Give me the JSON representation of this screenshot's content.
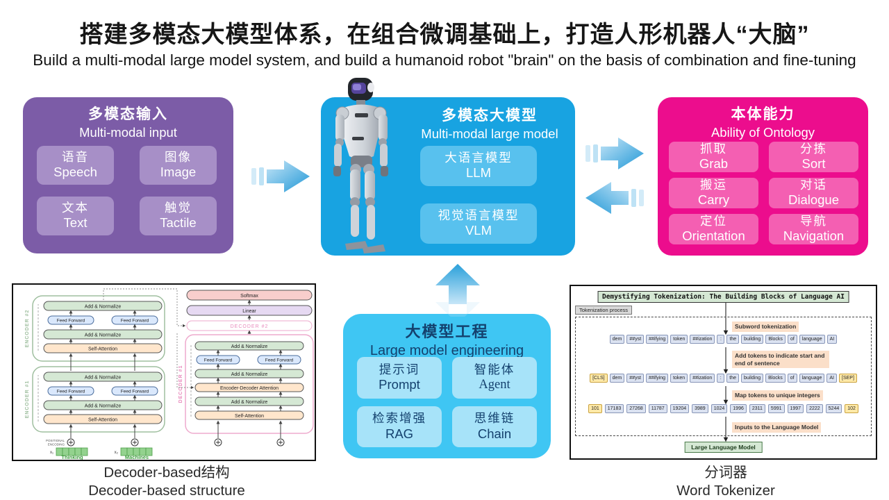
{
  "header": {
    "title": "搭建多模态大模型体系，在组合微调基础上，打造人形机器人“大脑”",
    "subtitle": "Build a multi-modal large model system, and build a humanoid robot \"brain\" on the basis of combination and fine-tuning"
  },
  "input_box": {
    "title_zh": "多模态输入",
    "title_en": "Multi-modal input",
    "items": [
      {
        "zh": "语音",
        "en": "Speech"
      },
      {
        "zh": "图像",
        "en": "Image"
      },
      {
        "zh": "文本",
        "en": "Text"
      },
      {
        "zh": "触觉",
        "en": "Tactile"
      }
    ]
  },
  "model_box": {
    "title_zh": "多模态大模型",
    "title_en": "Multi-modal large model",
    "items": [
      {
        "zh": "大语言模型",
        "en": "LLM"
      },
      {
        "zh": "视觉语言模型",
        "en": "VLM"
      }
    ]
  },
  "ability_box": {
    "title_zh": "本体能力",
    "title_en": "Ability of Ontology",
    "items": [
      {
        "zh": "抓取",
        "en": "Grab"
      },
      {
        "zh": "分拣",
        "en": "Sort"
      },
      {
        "zh": "搬运",
        "en": "Carry"
      },
      {
        "zh": "对话",
        "en": "Dialogue"
      },
      {
        "zh": "定位",
        "en": "Orientation"
      },
      {
        "zh": "导航",
        "en": "Navigation"
      }
    ]
  },
  "engineering_box": {
    "title_zh": "大模型工程",
    "title_en": "Large model engineering",
    "items": [
      {
        "zh": "提示词",
        "en": "Prompt"
      },
      {
        "zh": "智能体",
        "en": "Agent"
      },
      {
        "zh": "检索增强",
        "en": "RAG"
      },
      {
        "zh": "思维链",
        "en": "Chain"
      }
    ]
  },
  "decoder_panel": {
    "caption_zh": "Decoder-based结构",
    "caption_en": "Decoder-based structure",
    "labels": {
      "encoder2": "ENCODER #2",
      "encoder1": "ENCODER #1",
      "decoder2": "DECODER #2",
      "decoder1": "DECODER #1",
      "add_norm": "Add & Normalize",
      "feed_forward": "Feed Forward",
      "self_attention": "Self-Attention",
      "enc_dec_attention": "Encoder-Decoder Attention",
      "softmax": "Softmax",
      "linear": "Linear",
      "positional1": "POSITIONAL",
      "positional2": "ENCODING",
      "x1": "x₁",
      "x2": "x₂",
      "thinking": "Thinking",
      "machines": "Machines"
    }
  },
  "tokenizer_panel": {
    "caption_zh": "分词器",
    "caption_en": "Word Tokenizer",
    "title": "Demystifying Tokenization: The Building Blocks of Language AI",
    "process_label": "Tokenization process",
    "step1": "Subword tokenization",
    "step2": "Add tokens to indicate start and end of sentence",
    "step3": "Map tokens to unique integers",
    "step4": "Inputs to the Language Model",
    "llm_label": "Large Language Model",
    "row1": [
      {
        "t": "dem"
      },
      {
        "t": "##yst"
      },
      {
        "t": "##ifying"
      },
      {
        "t": "token"
      },
      {
        "t": "##ization"
      },
      {
        "t": ":"
      },
      {
        "t": "the"
      },
      {
        "t": "building"
      },
      {
        "t": "Blocks"
      },
      {
        "t": "of"
      },
      {
        "t": "language"
      },
      {
        "t": "AI"
      }
    ],
    "row2": [
      {
        "t": "[CLS]",
        "s": true
      },
      {
        "t": "dem"
      },
      {
        "t": "##yst"
      },
      {
        "t": "##ifying"
      },
      {
        "t": "token"
      },
      {
        "t": "##ization"
      },
      {
        "t": ":"
      },
      {
        "t": "the"
      },
      {
        "t": "building"
      },
      {
        "t": "Blocks"
      },
      {
        "t": "of"
      },
      {
        "t": "language"
      },
      {
        "t": "AI"
      },
      {
        "t": "[SEP]",
        "s": true
      }
    ],
    "row3": [
      {
        "t": "101",
        "s": true
      },
      {
        "t": "17183"
      },
      {
        "t": "27268"
      },
      {
        "t": "11787"
      },
      {
        "t": "19204"
      },
      {
        "t": "3989"
      },
      {
        "t": "1024"
      },
      {
        "t": "1996"
      },
      {
        "t": "2311"
      },
      {
        "t": "5991"
      },
      {
        "t": "1997"
      },
      {
        "t": "2222"
      },
      {
        "t": "5244"
      },
      {
        "t": "102",
        "s": true
      }
    ]
  },
  "colors": {
    "purple": "#7c5ca7",
    "purple_light": "#a78fc7",
    "blue": "#18a3e1",
    "blue_light": "#58c1ee",
    "pink": "#ec0d8d",
    "pink_light": "#f45fb2",
    "cyan": "#3fc6f3",
    "cyan_light": "#a7e3f9",
    "navy_text": "#14416e",
    "arrow_blue": "#2196d6"
  }
}
